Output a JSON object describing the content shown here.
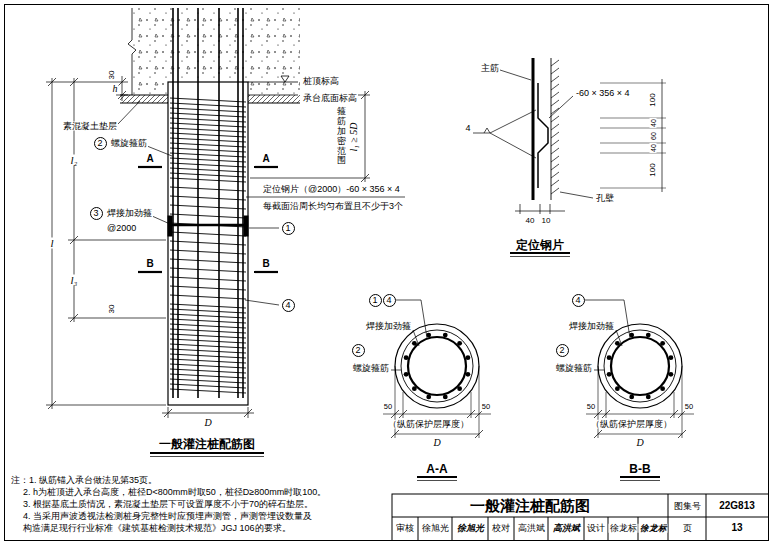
{
  "diagram": {
    "title": "一般灌注桩配筋图",
    "nodes": [
      {
        "text": [
          "2"
        ]
      },
      {
        "text": [
          "3"
        ]
      },
      {
        "text": [
          "1"
        ]
      },
      {
        "text": [
          "4"
        ]
      },
      {
        "text": [
          "1"
        ]
      },
      {
        "text": [
          "4"
        ]
      },
      {
        "text": [
          "2"
        ]
      },
      {
        "text": [
          "4"
        ]
      },
      {
        "text": [
          "2"
        ]
      }
    ],
    "labels": [
      "30",
      "h",
      "桩顶标高",
      "承台底面标高",
      "素混凝土垫层",
      "螺旋箍筋",
      "箍筋加密范围",
      "l₁ ≥ 5D",
      "l₂",
      "l",
      "l₃",
      "A",
      "A",
      "焊接加劲箍",
      "@2000",
      "定位钢片（@2000）-60 × 356 × 4",
      "每截面沿周长均匀布置且不少于3个",
      "B",
      "B",
      "30",
      "D",
      "一般灌注桩配筋图",
      "主筋",
      "-60 × 356 × 4",
      "100",
      "40",
      "60",
      "40",
      "100",
      "4",
      "孔壁",
      "40",
      "10",
      "定位钢片",
      "焊接加劲箍",
      "螺旋箍筋",
      "50",
      "50",
      "（纵筋保护层厚度）",
      "D",
      "A-A",
      "焊接加劲箍",
      "螺旋箍筋",
      "50",
      "50",
      "（纵筋保护层厚度）",
      "D",
      "B-B",
      "注：1. 纵筋锚入承台做法见第35页。",
      "2. h为桩顶进入承台高度，桩径D<800mm时取50，桩径D≥800mm时取100。",
      "3. 根据基底土质情况，素混凝土垫层下可设置厚度不小于70的碎石垫层。",
      "4. 当采用声波透视法检测桩身完整性时应预埋声测管，声测管埋设数量及 构造满足现行行业标准《建筑基桩检测技术规范》JGJ 106的要求。",
      "图集号",
      "22G813",
      "页",
      "13",
      "审核",
      "徐旭光",
      "徐旭光",
      "校对",
      "高洪斌",
      "高洪斌",
      "设计",
      "徐龙标",
      "徐龙标"
    ]
  }
}
